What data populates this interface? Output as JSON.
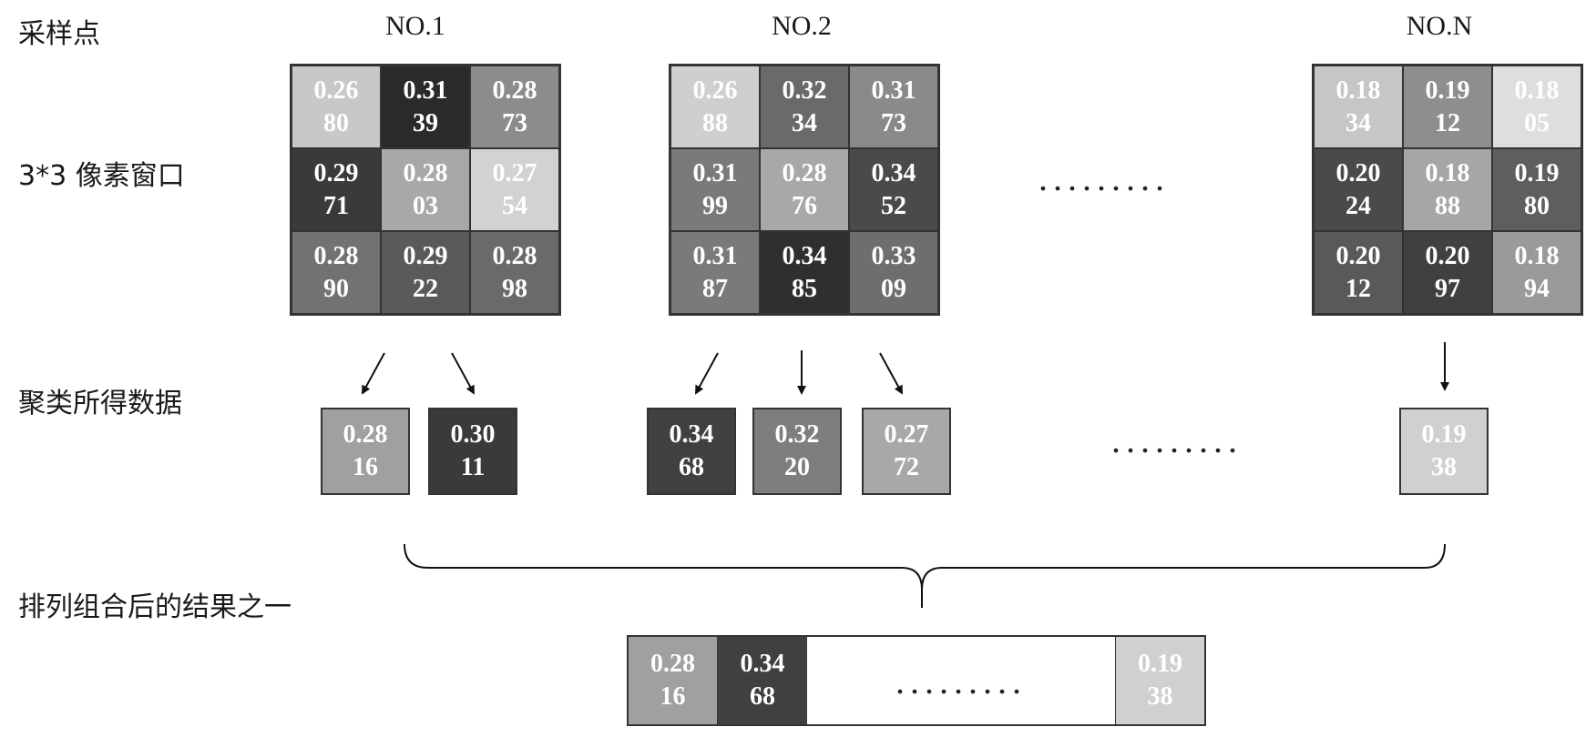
{
  "labels": {
    "sample_points": "采样点",
    "pixel_window": "3*3 像素窗口",
    "cluster_data": "聚类所得数据",
    "result": "排列组合后的结果之一"
  },
  "ellipsis": ".........",
  "windows": [
    {
      "title": "NO.1",
      "cells": [
        {
          "top": "0.26",
          "bottom": "80",
          "color": "#c8c8c8"
        },
        {
          "top": "0.31",
          "bottom": "39",
          "color": "#2a2a2a"
        },
        {
          "top": "0.28",
          "bottom": "73",
          "color": "#8c8c8c"
        },
        {
          "top": "0.29",
          "bottom": "71",
          "color": "#3a3a3a"
        },
        {
          "top": "0.28",
          "bottom": "03",
          "color": "#a8a8a8"
        },
        {
          "top": "0.27",
          "bottom": "54",
          "color": "#d2d2d2"
        },
        {
          "top": "0.28",
          "bottom": "90",
          "color": "#727272"
        },
        {
          "top": "0.29",
          "bottom": "22",
          "color": "#5a5a5a"
        },
        {
          "top": "0.28",
          "bottom": "98",
          "color": "#6a6a6a"
        }
      ]
    },
    {
      "title": "NO.2",
      "cells": [
        {
          "top": "0.26",
          "bottom": "88",
          "color": "#cfcfcf"
        },
        {
          "top": "0.32",
          "bottom": "34",
          "color": "#6a6a6a"
        },
        {
          "top": "0.31",
          "bottom": "73",
          "color": "#8a8a8a"
        },
        {
          "top": "0.31",
          "bottom": "99",
          "color": "#7a7a7a"
        },
        {
          "top": "0.28",
          "bottom": "76",
          "color": "#a8a8a8"
        },
        {
          "top": "0.34",
          "bottom": "52",
          "color": "#4a4a4a"
        },
        {
          "top": "0.31",
          "bottom": "87",
          "color": "#7a7a7a"
        },
        {
          "top": "0.34",
          "bottom": "85",
          "color": "#2f2f2f"
        },
        {
          "top": "0.33",
          "bottom": "09",
          "color": "#6e6e6e"
        }
      ]
    },
    {
      "title": "NO.N",
      "cells": [
        {
          "top": "0.18",
          "bottom": "34",
          "color": "#c6c6c6"
        },
        {
          "top": "0.19",
          "bottom": "12",
          "color": "#8e8e8e"
        },
        {
          "top": "0.18",
          "bottom": "05",
          "color": "#dedede"
        },
        {
          "top": "0.20",
          "bottom": "24",
          "color": "#4a4a4a"
        },
        {
          "top": "0.18",
          "bottom": "88",
          "color": "#a6a6a6"
        },
        {
          "top": "0.19",
          "bottom": "80",
          "color": "#5e5e5e"
        },
        {
          "top": "0.20",
          "bottom": "12",
          "color": "#595959"
        },
        {
          "top": "0.20",
          "bottom": "97",
          "color": "#404040"
        },
        {
          "top": "0.18",
          "bottom": "94",
          "color": "#9a9a9a"
        }
      ]
    }
  ],
  "clusters": [
    {
      "top": "0.28",
      "bottom": "16",
      "color": "#a0a0a0"
    },
    {
      "top": "0.30",
      "bottom": "11",
      "color": "#3a3a3a"
    },
    {
      "top": "0.34",
      "bottom": "68",
      "color": "#404040"
    },
    {
      "top": "0.32",
      "bottom": "20",
      "color": "#7e7e7e"
    },
    {
      "top": "0.27",
      "bottom": "72",
      "color": "#a8a8a8"
    },
    {
      "top": "0.19",
      "bottom": "38",
      "color": "#d0d0d0"
    }
  ],
  "result": [
    {
      "top": "0.28",
      "bottom": "16",
      "color": "#a0a0a0"
    },
    {
      "top": "0.34",
      "bottom": "68",
      "color": "#404040"
    },
    {
      "top": "0.19",
      "bottom": "38",
      "color": "#d0d0d0"
    }
  ]
}
